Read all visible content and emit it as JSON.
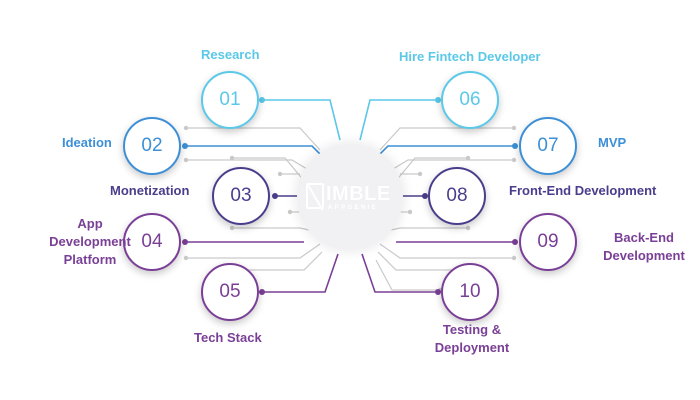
{
  "hub": {
    "logo_main": "IMBLE",
    "logo_sub": "APPGENIE"
  },
  "steps": [
    {
      "number": "01",
      "label": "Research",
      "color": "#5bc8e8"
    },
    {
      "number": "02",
      "label": "Ideation",
      "color": "#3d8fd6"
    },
    {
      "number": "03",
      "label": "Monetization",
      "color": "#4a3e8c"
    },
    {
      "number": "04",
      "label": "App Development Platform",
      "label_lines": [
        "App",
        "Development",
        "Platform"
      ],
      "color": "#7a3f96"
    },
    {
      "number": "05",
      "label": "Tech Stack",
      "color": "#7a3f96"
    },
    {
      "number": "06",
      "label": "Hire Fintech Developer",
      "color": "#5bc8e8"
    },
    {
      "number": "07",
      "label": "MVP",
      "color": "#3d8fd6"
    },
    {
      "number": "08",
      "label": "Front-End Development",
      "color": "#4a3e8c"
    },
    {
      "number": "09",
      "label": "Back-End Development",
      "label_lines": [
        "Back-End",
        "Development"
      ],
      "color": "#7a3f96"
    },
    {
      "number": "10",
      "label": "Testing & Deployment",
      "label_lines": [
        "Testing &",
        "Deployment"
      ],
      "color": "#7a3f96"
    }
  ],
  "colors": {
    "connector_gray": "#c9c9c9",
    "hub_fill": "#f1f1f3"
  }
}
